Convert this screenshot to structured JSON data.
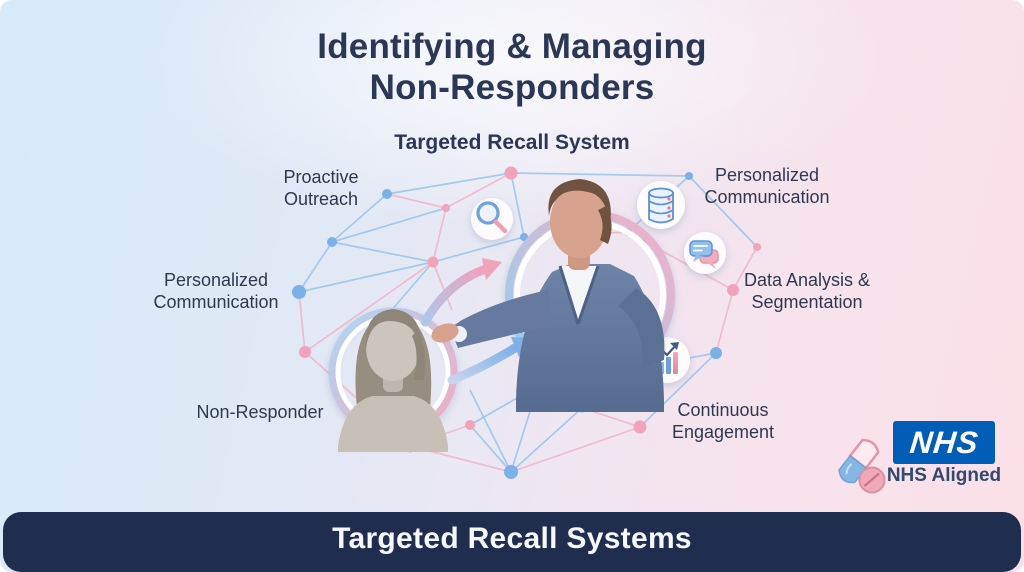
{
  "header": {
    "title_line1": "Identifying & Managing",
    "title_line2": "Non-Responders",
    "subtitle": "Targeted Recall System"
  },
  "diagram": {
    "labels": {
      "proactive_outreach": {
        "line1": "Proactive",
        "line2": "Outreach"
      },
      "personalized_communication_left": {
        "line1": "Personalized",
        "line2": "Communication"
      },
      "non_responder": {
        "line1": "Non-Responder"
      },
      "personalized_communication_right": {
        "line1": "Personalized",
        "line2": "Communication"
      },
      "data_analysis_segmentation": {
        "line1": "Data Analysis &",
        "line2": "Segmentation"
      },
      "continuous_engagement": {
        "line1": "Continuous",
        "line2": "Engagement"
      }
    },
    "figures": {
      "non_responder": "female-bust-grayscale",
      "outreach_worker": "male-bust-blue-suit"
    },
    "icons": {
      "magnifier": "magnifier-icon",
      "database": "database-icon",
      "chat": "chat-bubbles-icon",
      "chart": "bar-chart-growth-icon"
    }
  },
  "branding": {
    "logo_text": "NHS",
    "tagline": "NHS Aligned",
    "icon": "pill-medication-icon",
    "nhs_blue": "#005EB8"
  },
  "footer": {
    "banner_text": "Targeted Recall Systems"
  },
  "colors": {
    "background_left": "#d7eaf8",
    "background_right": "#fbdfe7",
    "banner_navy": "#1f2d4f",
    "title_text": "#2c3757",
    "accent_blue": "#8ec2ee",
    "accent_pink": "#f3b0c3"
  }
}
